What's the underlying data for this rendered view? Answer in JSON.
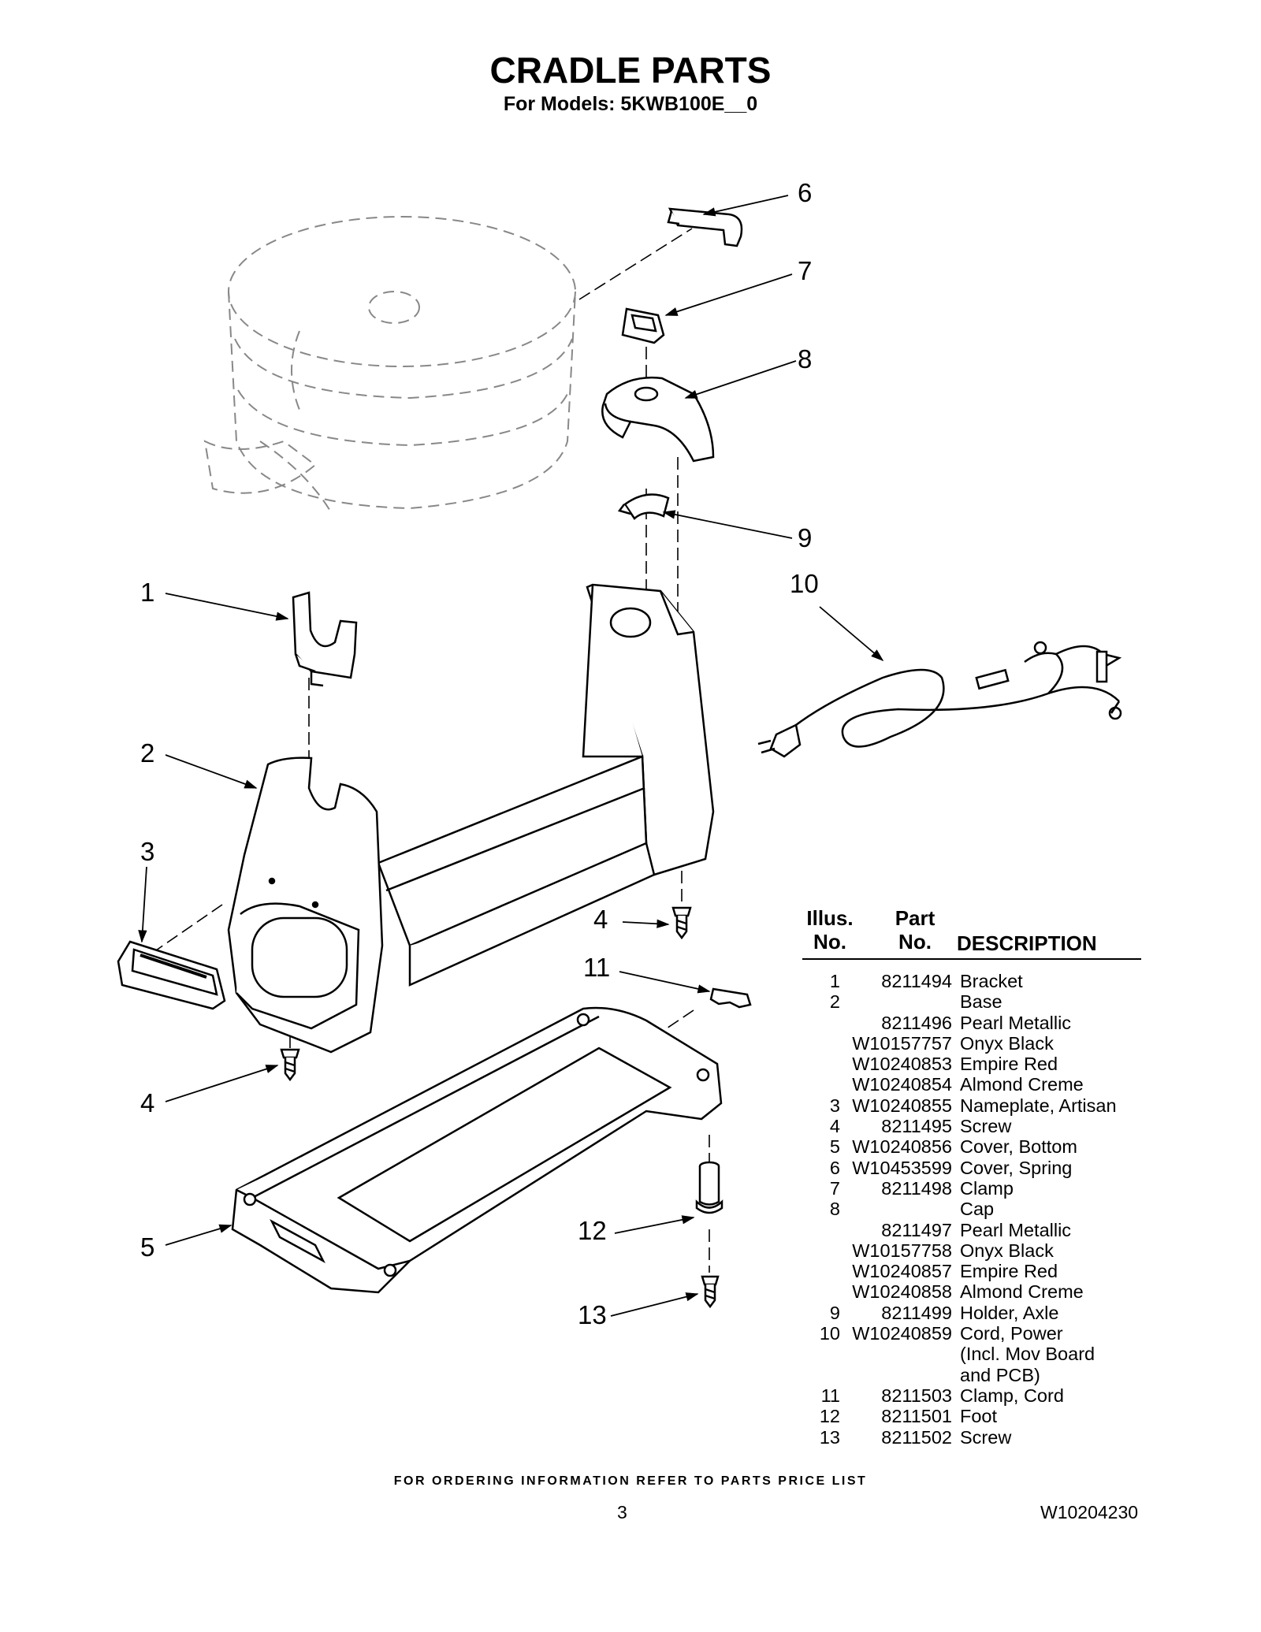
{
  "header": {
    "title": "CRADLE PARTS",
    "subtitle": "For Models: 5KWB100E__0"
  },
  "callouts": [
    "1",
    "2",
    "3",
    "4",
    "4",
    "5",
    "6",
    "7",
    "8",
    "9",
    "10",
    "11",
    "12",
    "13"
  ],
  "table": {
    "header_illus": "Illus.\nNo.",
    "header_illus_1": "Illus.",
    "header_illus_2": "No.",
    "header_part_1": "Part",
    "header_part_2": "No.",
    "header_desc": "DESCRIPTION",
    "rows": [
      {
        "no": "1",
        "part": "8211494",
        "desc": "Bracket"
      },
      {
        "no": "2",
        "part": "",
        "desc": "Base"
      },
      {
        "no": "",
        "part": "8211496",
        "desc": "Pearl Metallic"
      },
      {
        "no": "",
        "part": "W10157757",
        "desc": "Onyx Black"
      },
      {
        "no": "",
        "part": "W10240853",
        "desc": "Empire Red"
      },
      {
        "no": "",
        "part": "W10240854",
        "desc": "Almond Creme"
      },
      {
        "no": "3",
        "part": "W10240855",
        "desc": "Nameplate, Artisan"
      },
      {
        "no": "4",
        "part": "8211495",
        "desc": "Screw"
      },
      {
        "no": "5",
        "part": "W10240856",
        "desc": "Cover, Bottom"
      },
      {
        "no": "6",
        "part": "W10453599",
        "desc": "Cover, Spring"
      },
      {
        "no": "7",
        "part": "8211498",
        "desc": "Clamp"
      },
      {
        "no": "8",
        "part": "",
        "desc": "Cap"
      },
      {
        "no": "",
        "part": "8211497",
        "desc": "Pearl Metallic"
      },
      {
        "no": "",
        "part": "W10157758",
        "desc": "Onyx Black"
      },
      {
        "no": "",
        "part": "W10240857",
        "desc": "Empire Red"
      },
      {
        "no": "",
        "part": "W10240858",
        "desc": "Almond Creme"
      },
      {
        "no": "9",
        "part": "8211499",
        "desc": "Holder, Axle"
      },
      {
        "no": "10",
        "part": "W10240859",
        "desc": "Cord, Power"
      },
      {
        "no": "",
        "part": "",
        "desc": "(Incl. Mov Board"
      },
      {
        "no": "",
        "part": "",
        "desc": "and PCB)"
      },
      {
        "no": "11",
        "part": "8211503",
        "desc": "Clamp, Cord"
      },
      {
        "no": "12",
        "part": "8211501",
        "desc": "Foot"
      },
      {
        "no": "13",
        "part": "8211502",
        "desc": "Screw"
      }
    ]
  },
  "footer": {
    "ordering_note": "FOR ORDERING INFORMATION REFER TO PARTS PRICE LIST",
    "page_number": "3",
    "document_number": "W10204230"
  }
}
